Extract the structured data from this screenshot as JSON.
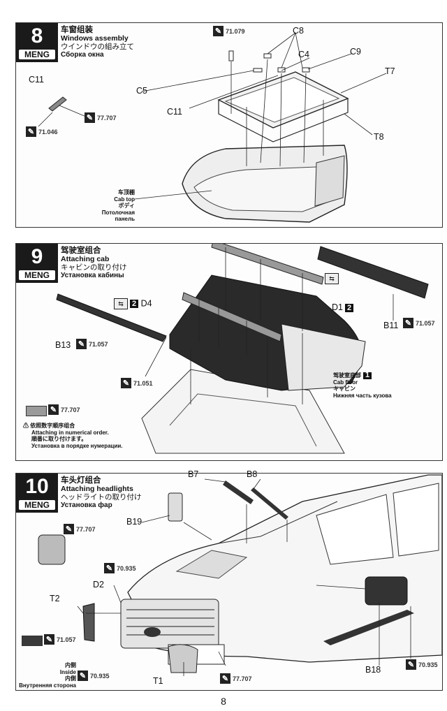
{
  "page_number": "8",
  "colors": {
    "dark_paint": "#3a3a3a",
    "grey_paint": "#9a9a9a",
    "ink": "#1a1a1a"
  },
  "brand": "MENG",
  "steps": [
    {
      "number": "8",
      "title_cn": "车窗组装",
      "title_en": "Windows assembly",
      "title_jp": "ウインドウの組み立て",
      "title_ru": "Сборка окна",
      "part_labels": {
        "C8": "C8",
        "C4": "C4",
        "C9": "C9",
        "T7": "T7",
        "C5": "C5",
        "C11a": "C11",
        "C11b": "C11",
        "T8": "T8"
      },
      "paints": {
        "p1": "71.079",
        "p2": "77.707",
        "p3": "71.046"
      },
      "note": {
        "cn": "车顶棚",
        "en": "Cab top",
        "jp": "ボディ",
        "ru": "Потолочная панель"
      }
    },
    {
      "number": "9",
      "title_cn": "驾驶室组合",
      "title_en": "Attaching cab",
      "title_jp": "キャビンの取り付け",
      "title_ru": "Установка кабины",
      "part_labels": {
        "D4": "D4",
        "D1": "D1",
        "B11": "B11",
        "B13": "B13",
        "D4_badge": "2",
        "D1_badge": "2"
      },
      "paints": {
        "p1": "71.057",
        "p2": "71.057",
        "p3": "71.051",
        "p4": "77.707"
      },
      "floor_note": {
        "cn": "驾驶室底部",
        "badge": "1",
        "en": "Cab floor",
        "jp": "キャビン",
        "ru": "Нижняя часть кузова"
      },
      "order_note": {
        "cn": "依照数字顺序组合",
        "en": "Attaching in numerical order.",
        "jp": "順番に取り付けます。",
        "ru": "Установка в порядке нумерации."
      }
    },
    {
      "number": "10",
      "title_cn": "车头灯组合",
      "title_en": "Attaching headlights",
      "title_jp": "ヘッドライトの取り付け",
      "title_ru": "Установка фар",
      "part_labels": {
        "B7": "B7",
        "B8": "B8",
        "B19": "B19",
        "D2": "D2",
        "T2": "T2",
        "T1": "T1",
        "B18": "B18"
      },
      "paints": {
        "p1": "77.707",
        "p2": "70.935",
        "p3": "71.057",
        "p4": "70.935",
        "p5": "77.707",
        "p6": "70.935"
      },
      "inside_note": {
        "cn": "内侧",
        "en": "Inside",
        "jp": "内側",
        "ru": "Внутренняя сторона"
      }
    }
  ]
}
